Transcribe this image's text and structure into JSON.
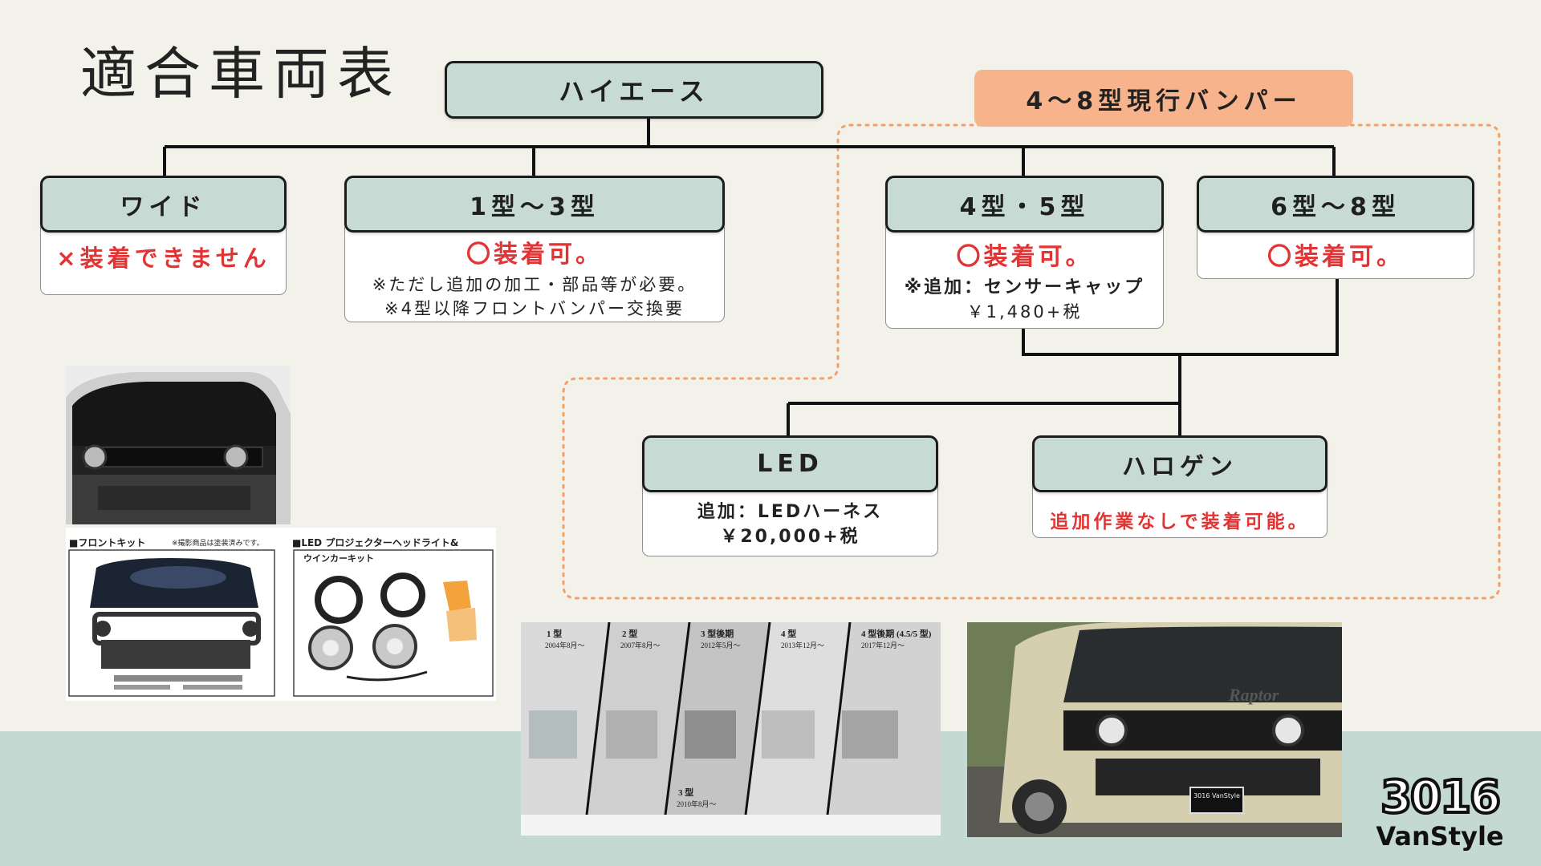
{
  "title": "適合車両表",
  "root": "ハイエース",
  "bumper_group": "4～8型現行バンパー",
  "nodes": {
    "wide": {
      "label": "ワイド",
      "status": "×装着できません"
    },
    "gen1_3": {
      "label": "1型～3型",
      "status": "〇装着可。",
      "note1": "※ただし追加の加工・部品等が必要。",
      "note2": "※4型以降フロントバンパー交換要"
    },
    "gen4_5": {
      "label": "4型・5型",
      "status": "〇装着可。",
      "note1": "※追加：センサーキャップ",
      "note2": "￥1,480+税"
    },
    "gen6_8": {
      "label": "6型～8型",
      "status": "〇装着可。"
    },
    "led": {
      "label": "LED",
      "note1": "追加：LEDハーネス",
      "note2": "￥20,000+税"
    },
    "halogen": {
      "label": "ハロゲン",
      "status": "追加作業なしで装着可能。"
    }
  },
  "product_panel": {
    "front_kit_label": "■フロントキット",
    "front_kit_note": "※撮影商品は塗装済みです。",
    "led_kit_label1": "■LED プロジェクターヘッドライト&",
    "led_kit_label2": "ウインカーキット"
  },
  "generations_strip": [
    {
      "label": "1 型",
      "date": "2004年8月～"
    },
    {
      "label": "2 型",
      "date": "2007年8月～"
    },
    {
      "label": "3 型後期",
      "date": "2012年5月～"
    },
    {
      "label": "4 型",
      "date": "2013年12月～"
    },
    {
      "label": "4 型後期 (4.5/5 型)",
      "date": "2017年12月～"
    }
  ],
  "generations_extra": {
    "label": "3 型",
    "date": "2010年8月～"
  },
  "van_badge": "Raptor",
  "plate": "3016 VanStyle",
  "logo": {
    "line1": "3016",
    "line2": "VanStyle"
  },
  "colors": {
    "header_fill": "#c8dad4",
    "accent_red": "#e23434",
    "bumper_orange": "#f7b48c",
    "dotted_orange": "#f0a06a",
    "band": "#c5d9d3"
  }
}
